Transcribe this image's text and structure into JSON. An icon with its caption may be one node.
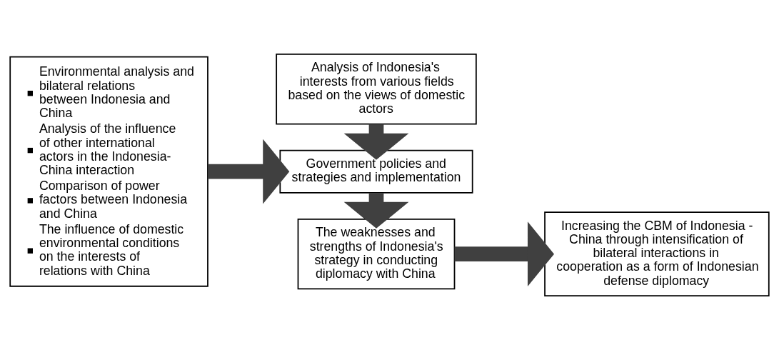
{
  "diagram": {
    "nodes": [
      {
        "text": [
          "Environmental analysis and bilateral relations between Indonesia and China",
          "Analysis of the influence of other international actors in the Indonesia-China interaction",
          "Comparison of power factors between Indonesia and China",
          "The influence of domestic environmental conditions on the interests of relations with China"
        ]
      },
      {
        "text": [
          "Analysis of Indonesia's interests from various fields based on the views of domestic actors"
        ]
      },
      {
        "text": [
          "Government policies and strategies and implementation"
        ]
      },
      {
        "text": [
          "The weaknesses and strengths of Indonesia's strategy in conducting diplomacy with China"
        ]
      },
      {
        "text": [
          "Increasing the CBM of Indonesia - China through intensification of bilateral interactions in cooperation as a form of Indonesian defense diplomacy"
        ]
      }
    ],
    "edges": [
      {
        "from": 0,
        "to": 2,
        "arrow": "to"
      },
      {
        "from": 1,
        "to": 2,
        "arrow": "to"
      },
      {
        "from": 2,
        "to": 3,
        "arrow": "to"
      },
      {
        "from": 3,
        "to": 4,
        "arrow": "to"
      }
    ]
  }
}
